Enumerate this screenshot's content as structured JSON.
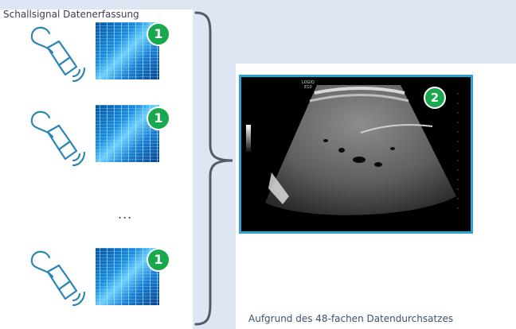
{
  "captions": {
    "top": "Schallsignal Datenerfassung",
    "bottom": "Aufgrund des 48-fachen Datendurchsatzes"
  },
  "acquisition_rows": [
    {
      "badge": "1"
    },
    {
      "badge": "1"
    },
    {
      "badge": "1"
    }
  ],
  "ellipsis": "...",
  "ultrasound": {
    "label_line1": "LOGIQ",
    "label_line2": "E10",
    "badge": "2"
  },
  "colors": {
    "badge_green": "#19a84d",
    "frame_blue": "#2aa3d5",
    "probe_blue": "#2b86b5",
    "brace_gray": "#555b66"
  }
}
